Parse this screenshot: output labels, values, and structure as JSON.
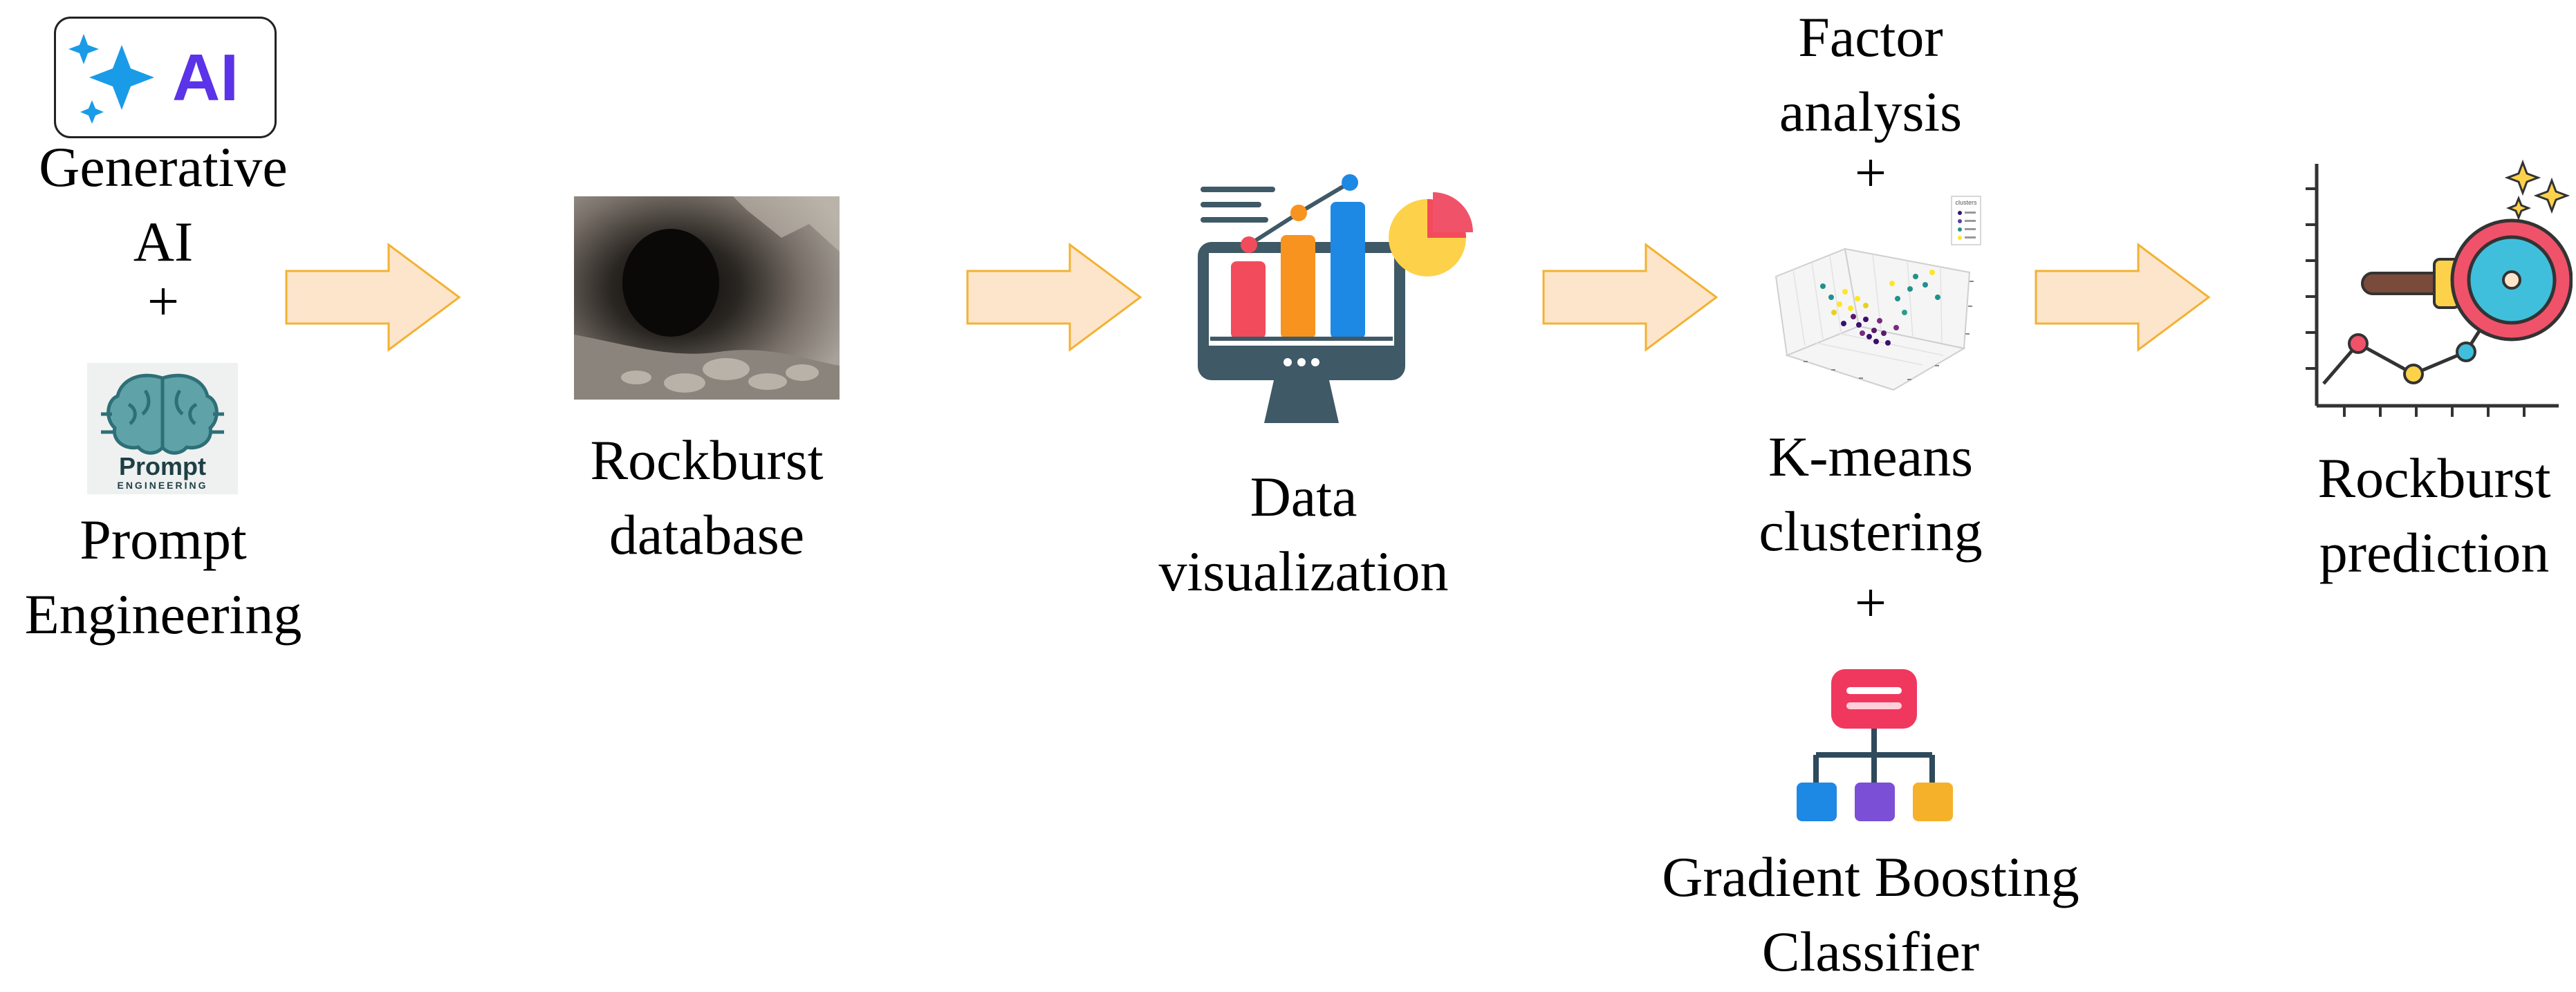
{
  "ai_badge": {
    "text": "AI"
  },
  "prompt_logo": {
    "line1": "Prompt",
    "line2": "ENGINEERING"
  },
  "labels": {
    "generative_ai_line1": "Generative",
    "generative_ai_line2": "AI",
    "plus_1": "+",
    "prompt_line1": "Prompt",
    "prompt_line2": "Engineering",
    "rockburst_db_line1": "Rockburst",
    "rockburst_db_line2": "database",
    "data_vis_line1": "Data",
    "data_vis_line2": "visualization",
    "factor_line1": "Factor",
    "factor_line2": "analysis",
    "plus_2": "+",
    "kmeans_line1": "K-means",
    "kmeans_line2": "clustering",
    "plus_3": "+",
    "gbc_line1": "Gradient Boosting",
    "gbc_line2": "Classifier",
    "pred_line1": "Rockburst",
    "pred_line2": "prediction"
  },
  "scatter_legend_title": "clusters",
  "colors": {
    "arrow_fill": "#fde5cc",
    "arrow_stroke": "#f2b233",
    "ai_blue": "#1a9be8",
    "ai_purple": "#5b33e8",
    "bar_red": "#f24b5b",
    "bar_orange": "#f7931e",
    "bar_blue": "#1e88e5",
    "pie_yellow": "#fdd24a",
    "monitor_dark": "#3f5966",
    "magnifier_teal": "#3fbfdc",
    "magnifier_pink": "#f0526a"
  }
}
